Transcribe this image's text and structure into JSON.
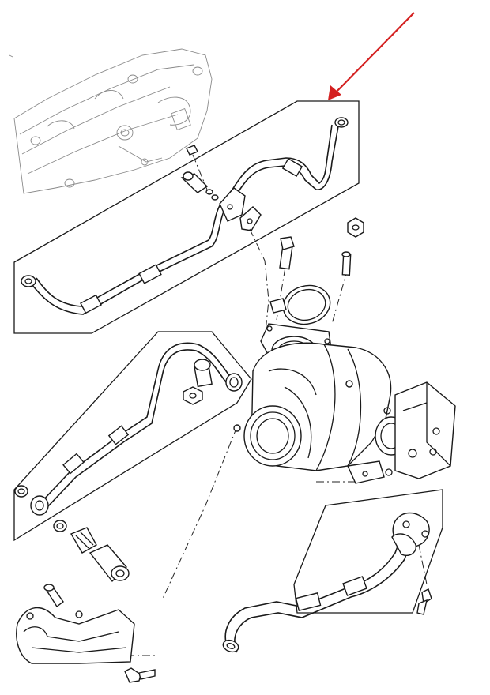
{
  "diagram": {
    "type": "exploded-parts-illustration",
    "accent_color": "#d42020",
    "callout_arrow": "red-pointer-arrow",
    "components": [
      "exhaust-manifold",
      "oil-feed-pipe",
      "turbocharger",
      "oil-return-pipe",
      "support-bracket",
      "gasket",
      "banjo-bolt",
      "stud",
      "nut"
    ]
  }
}
